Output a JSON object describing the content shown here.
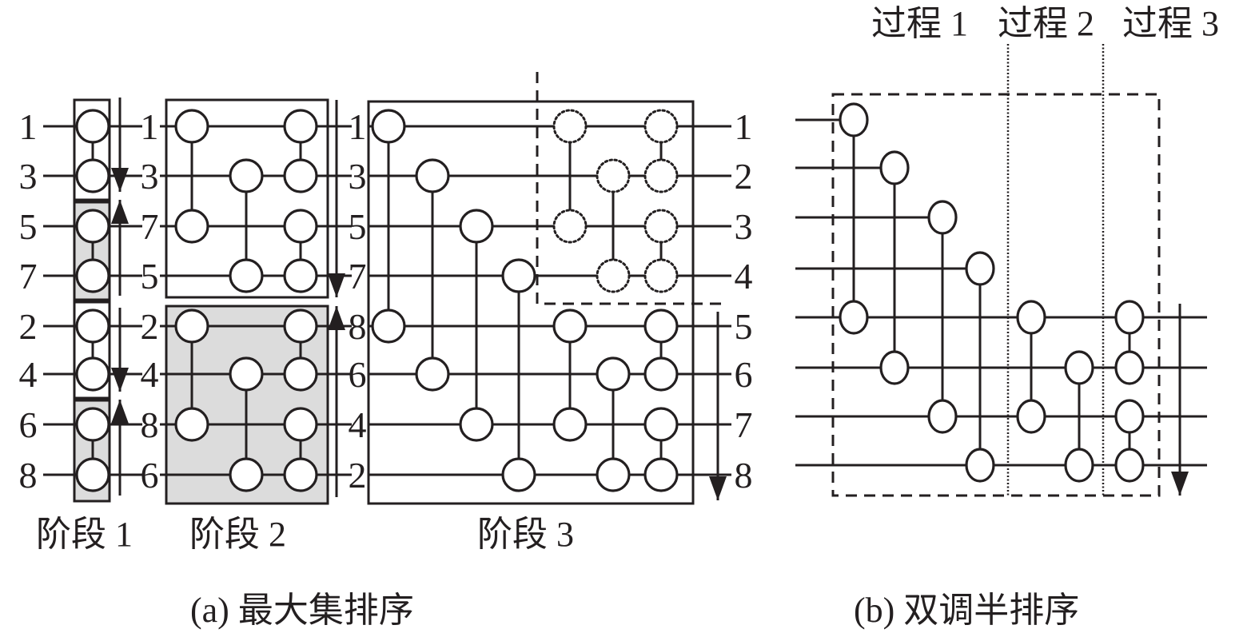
{
  "figure_a": {
    "caption": "(a)  最大集排序",
    "input_labels": [
      "1",
      "3",
      "5",
      "7",
      "2",
      "4",
      "6",
      "8"
    ],
    "stage1_out_labels": [
      "1",
      "3",
      "7",
      "5",
      "2",
      "4",
      "8",
      "6"
    ],
    "stage2_out_labels": [
      "1",
      "3",
      "5",
      "7",
      "8",
      "6",
      "4",
      "2"
    ],
    "output_labels": [
      "1",
      "2",
      "3",
      "4",
      "5",
      "6",
      "7",
      "8"
    ],
    "stage_labels": [
      "阶段 1",
      "阶段 2",
      "阶段 3"
    ],
    "stage1": {
      "comparators": [
        [
          0,
          1
        ],
        [
          2,
          3
        ],
        [
          4,
          5
        ],
        [
          6,
          7
        ]
      ],
      "shaded_boxes": [
        1,
        3
      ],
      "arrow_directions": [
        "down",
        "up",
        "down",
        "up"
      ]
    },
    "stage2": {
      "columns": [
        [
          [
            0,
            2
          ],
          [
            4,
            6
          ]
        ],
        [
          [
            1,
            3
          ],
          [
            5,
            7
          ]
        ],
        [
          [
            0,
            1
          ],
          [
            2,
            3
          ],
          [
            4,
            5
          ],
          [
            6,
            7
          ]
        ]
      ],
      "shaded_boxes": [
        1
      ],
      "arrow_directions": [
        "down",
        "up"
      ]
    },
    "stage3": {
      "columns": [
        [
          [
            0,
            4
          ]
        ],
        [
          [
            1,
            5
          ]
        ],
        [
          [
            2,
            6
          ]
        ],
        [
          [
            3,
            7
          ]
        ],
        [
          [
            0,
            2
          ],
          [
            4,
            6
          ]
        ],
        [
          [
            1,
            3
          ],
          [
            5,
            7
          ]
        ],
        [
          [
            0,
            1
          ],
          [
            2,
            3
          ],
          [
            4,
            5
          ],
          [
            6,
            7
          ]
        ]
      ],
      "dashed_region_rows": [
        0,
        1,
        2,
        3
      ],
      "dashed_region_from_column": 4,
      "arrow_direction": "down"
    }
  },
  "figure_b": {
    "caption": "(b)  双调半排序",
    "process_labels": [
      "过程 1",
      "过程 2",
      "过程 3"
    ],
    "process1_pairs": [
      [
        0,
        4
      ],
      [
        1,
        5
      ],
      [
        2,
        6
      ],
      [
        3,
        7
      ]
    ],
    "process2_pairs": [
      [
        4,
        6
      ],
      [
        5,
        7
      ]
    ],
    "process3_pairs": [
      [
        4,
        5
      ],
      [
        6,
        7
      ]
    ],
    "arrow_direction": "down"
  }
}
